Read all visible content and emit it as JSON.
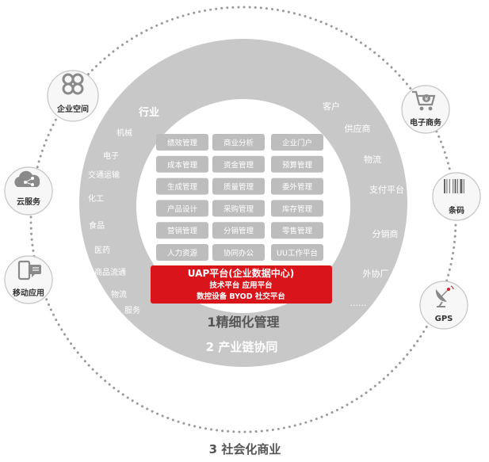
{
  "colors": {
    "ring": "#c8c8c8",
    "ring_text": "#ffffff",
    "cell": "#bdbdbd",
    "cell_text": "#ffffff",
    "accent": "#d9151b",
    "label_dark": "#555555",
    "dotted": "#9a9a9a",
    "node_fill": "#f7f7f7",
    "node_stroke": "#c4c4c4",
    "icon": "#8a8a8a",
    "satellite_red": "#c9252b"
  },
  "titles": {
    "inner": "1精细化管理",
    "ring": "2 产业链协同",
    "outer": "3 社会化商业"
  },
  "ring_labels": {
    "left": [
      "行业",
      "机械",
      "电子",
      "交通运输",
      "化工",
      "食品",
      "医药",
      "商品流通",
      "物流",
      "服务"
    ],
    "right": [
      "客户",
      "供应商",
      "物流",
      "支付平台",
      "分销商",
      "外协厂",
      "......"
    ]
  },
  "modules": [
    "绩效管理",
    "商业分析",
    "企业门户",
    "成本管理",
    "资金管理",
    "预算管理",
    "生成管理",
    "质量管理",
    "委外管理",
    "产品设计",
    "采购管理",
    "库存管理",
    "营销管理",
    "分销管理",
    "零售管理",
    "人力资源",
    "协同办公",
    "UU工作平台"
  ],
  "platform": {
    "title": "UAP平台(企业数据中心)",
    "line2": "技术平台  应用平台",
    "line3": "数控设备  BYOD  社交平台"
  },
  "nodes": [
    {
      "id": "enterprise-space",
      "label": "企业空间",
      "icon": "flower-icon"
    },
    {
      "id": "cloud-service",
      "label": "云服务",
      "icon": "cloud-share-icon"
    },
    {
      "id": "mobile-app",
      "label": "移动应用",
      "icon": "phone-chat-icon"
    },
    {
      "id": "ecommerce",
      "label": "电子商务",
      "icon": "cart-icon"
    },
    {
      "id": "barcode",
      "label": "条码",
      "icon": "barcode-icon"
    },
    {
      "id": "gps",
      "label": "GPS",
      "icon": "satellite-dish-icon"
    }
  ]
}
